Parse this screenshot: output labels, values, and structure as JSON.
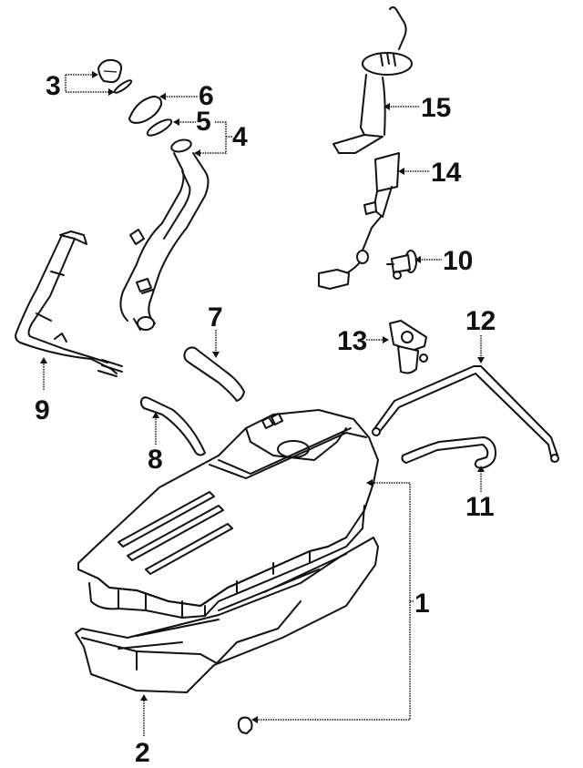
{
  "diagram": {
    "title": "Fuel Tank Assembly",
    "ink_color": "#111111",
    "background_color": "#ffffff",
    "callouts": [
      {
        "id": "1",
        "label": "1",
        "part": "fuel-tank"
      },
      {
        "id": "2",
        "label": "2",
        "part": "tank-shield"
      },
      {
        "id": "3",
        "label": "3",
        "part": "fuel-cap-and-tether"
      },
      {
        "id": "4",
        "label": "4",
        "part": "filler-neck-assembly"
      },
      {
        "id": "5",
        "label": "5",
        "part": "filler-seal-ring"
      },
      {
        "id": "6",
        "label": "6",
        "part": "filler-gasket"
      },
      {
        "id": "7",
        "label": "7",
        "part": "filler-hose"
      },
      {
        "id": "8",
        "label": "8",
        "part": "vent-hose"
      },
      {
        "id": "9",
        "label": "9",
        "part": "vent-pipe"
      },
      {
        "id": "10",
        "label": "10",
        "part": "pressure-regulator"
      },
      {
        "id": "11",
        "label": "11",
        "part": "return-hose"
      },
      {
        "id": "12",
        "label": "12",
        "part": "vapor-line"
      },
      {
        "id": "13",
        "label": "13",
        "part": "rollover-valve"
      },
      {
        "id": "14",
        "label": "14",
        "part": "fuel-pump-with-sender"
      },
      {
        "id": "15",
        "label": "15",
        "part": "fuel-pump-module"
      }
    ]
  }
}
